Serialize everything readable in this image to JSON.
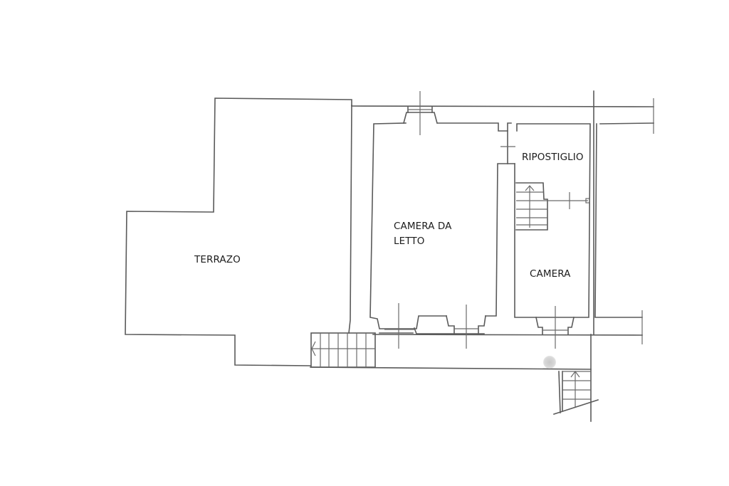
{
  "diagram": {
    "type": "floor-plan",
    "background": "#ffffff",
    "line_color": "#5a5a5a",
    "rooms": [
      {
        "id": "terrazo",
        "label": "TERRAZO"
      },
      {
        "id": "camera-da-letto",
        "label_line1": "CAMERA DA",
        "label_line2": "LETTO"
      },
      {
        "id": "ripostiglio",
        "label": "RIPOSTIGLIO"
      },
      {
        "id": "camera",
        "label": "CAMERA"
      }
    ],
    "elements": [
      {
        "type": "staircase",
        "location": "terrace-bottom",
        "direction": "left"
      },
      {
        "type": "staircase",
        "location": "ripostiglio",
        "direction": "up"
      },
      {
        "type": "staircase",
        "location": "exterior-bottom-right",
        "direction": "up"
      },
      {
        "type": "window",
        "location": "camera-da-letto-top"
      },
      {
        "type": "window",
        "location": "camera-da-letto-bottom-left"
      },
      {
        "type": "window",
        "location": "camera-da-letto-bottom-right"
      },
      {
        "type": "window",
        "location": "camera-bottom"
      },
      {
        "type": "door",
        "location": "ripostiglio-left"
      },
      {
        "type": "door",
        "location": "ripostiglio-camera"
      }
    ]
  }
}
